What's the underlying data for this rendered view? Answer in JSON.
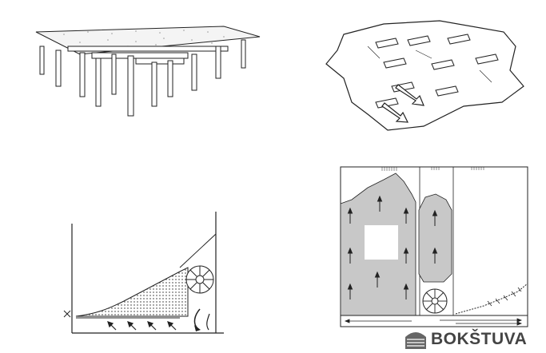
{
  "figures": [
    {
      "id": "raised-deck-on-columns",
      "icon": "pier-deck-illustration"
    },
    {
      "id": "floating-slab-with-vents",
      "icon": "slab-vents-illustration"
    },
    {
      "id": "sloped-section-with-fan",
      "icon": "fan-section-diagram"
    },
    {
      "id": "storage-bin-aeration-section",
      "icon": "bin-aeration-diagram"
    }
  ],
  "brand": {
    "name": "BOKŠTUVA",
    "icon": "grain-silo-logo-icon",
    "color": "#444444"
  },
  "colors": {
    "fill_gray": "#c8c8c8",
    "line": "#222222"
  }
}
